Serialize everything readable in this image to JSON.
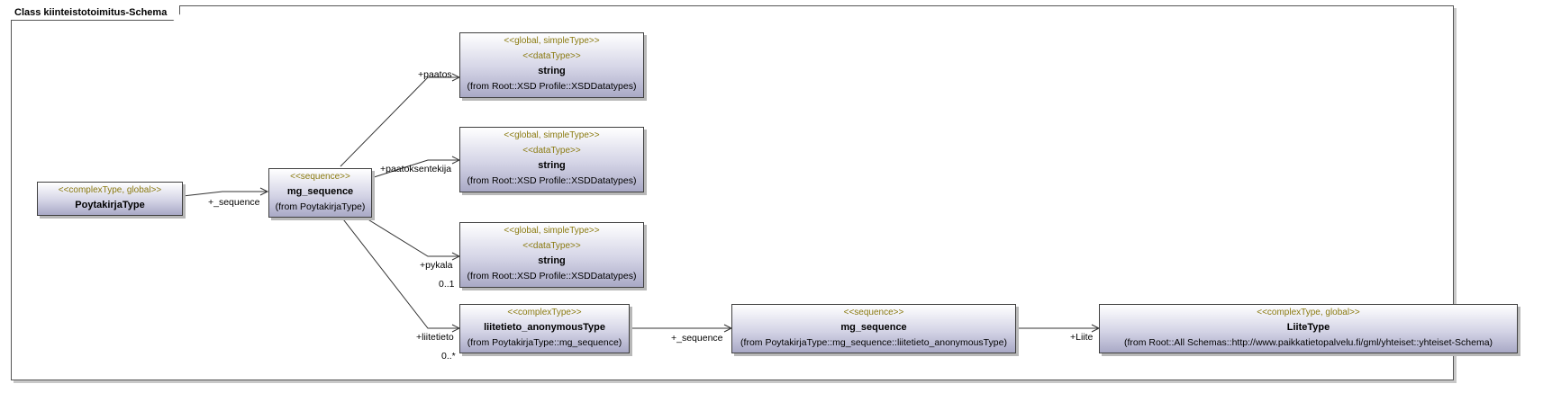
{
  "frame": {
    "title": "Class kiinteistotoimitus-Schema"
  },
  "classes": {
    "poytakirja": {
      "stereotype": "<<complexType, global>>",
      "name": "PoytakirjaType"
    },
    "mg_sequence_1": {
      "stereotype": "<<sequence>>",
      "name": "mg_sequence",
      "from": "(from PoytakirjaType)"
    },
    "string_paatos": {
      "stereotype1": "<<global, simpleType>>",
      "stereotype2": "<<dataType>>",
      "name": "string",
      "from": "(from Root::XSD Profile::XSDDatatypes)"
    },
    "string_paatoksentekija": {
      "stereotype1": "<<global, simpleType>>",
      "stereotype2": "<<dataType>>",
      "name": "string",
      "from": "(from Root::XSD Profile::XSDDatatypes)"
    },
    "string_pykala": {
      "stereotype1": "<<global, simpleType>>",
      "stereotype2": "<<dataType>>",
      "name": "string",
      "from": "(from Root::XSD Profile::XSDDatatypes)"
    },
    "liitetieto": {
      "stereotype": "<<complexType>>",
      "name": "liitetieto_anonymousType",
      "from": "(from PoytakirjaType::mg_sequence)"
    },
    "mg_sequence_2": {
      "stereotype": "<<sequence>>",
      "name": "mg_sequence",
      "from": "(from PoytakirjaType::mg_sequence::liitetieto_anonymousType)"
    },
    "liite": {
      "stereotype": "<<complexType, global>>",
      "name": "LiiteType",
      "from": "(from Root::All Schemas::http://www.paikkatietopalvelu.fi/gml/yhteiset::yhteiset-Schema)"
    }
  },
  "roles": {
    "seq1": "+_sequence",
    "paatos": "+paatos",
    "paatoksentekija": "+paatoksentekija",
    "pykala": "+pykala",
    "pykala_mult": "0..1",
    "liitetieto": "+liitetieto",
    "liitetieto_mult": "0..*",
    "seq2": "+_sequence",
    "liite": "+Liite"
  }
}
